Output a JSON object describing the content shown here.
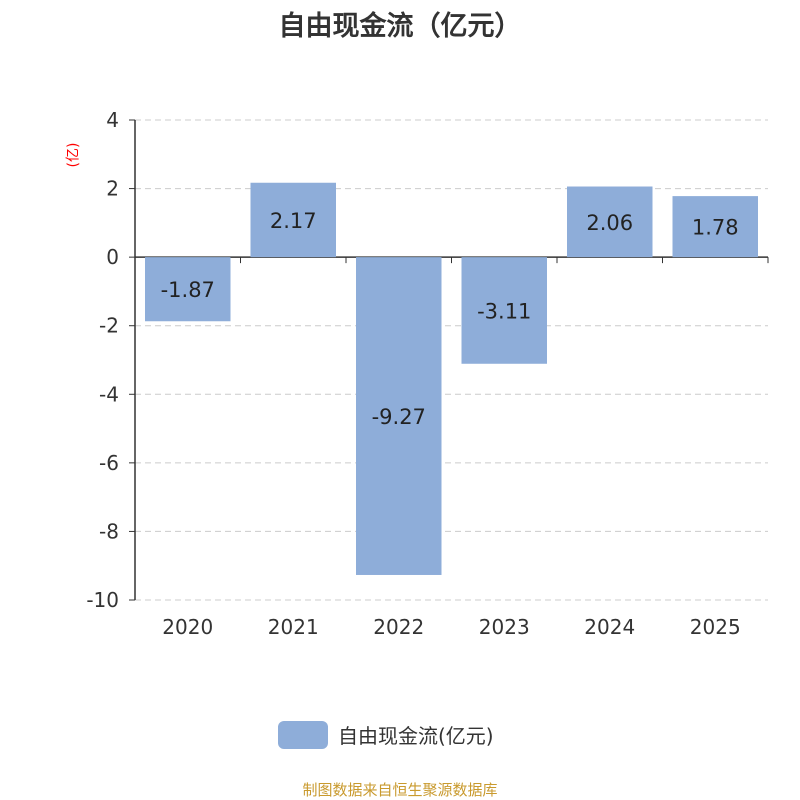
{
  "chart_data": {
    "type": "bar",
    "title": "自由现金流（亿元）",
    "ylabel": "(亿)",
    "categories": [
      "2020",
      "2021",
      "2022",
      "2023",
      "2024",
      "2025"
    ],
    "values": [
      -1.87,
      2.17,
      -9.27,
      -3.11,
      2.06,
      1.78
    ],
    "data_labels": [
      "-1.87",
      "2.17",
      "-9.27",
      "-3.11",
      "2.06",
      "1.78"
    ],
    "ylim": [
      -10,
      4
    ],
    "yticks": [
      "-10",
      "-8",
      "-6",
      "-4",
      "-2",
      "0",
      "2",
      "4"
    ],
    "grid": true,
    "legend": {
      "label": "自由现金流(亿元)",
      "position": "bottom"
    },
    "color": "#8eadd9"
  },
  "footer": "制图数据来自恒生聚源数据库"
}
